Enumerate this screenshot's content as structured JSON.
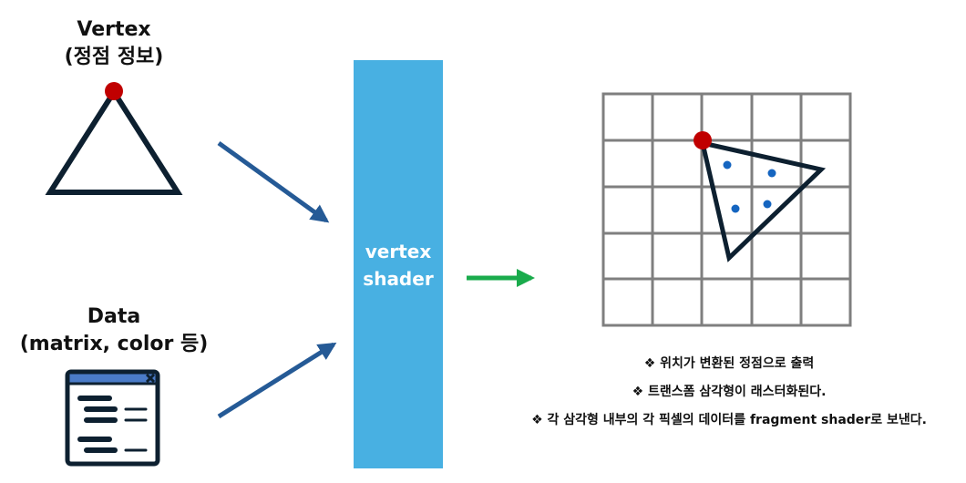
{
  "vertex_label": {
    "title": "Vertex",
    "subtitle": "(정점 정보)"
  },
  "data_label": {
    "title": "Data",
    "subtitle": "(matrix, color 등)"
  },
  "shader": {
    "line1": "vertex",
    "line2": "shader"
  },
  "notes": [
    "❖ 위치가 변환된 정점으로 출력",
    "❖ 트랜스폼 삼각형이 래스터화된다.",
    "❖ 각 삼각형 내부의 각 픽셀의 데이터를 fragment shader로 보낸다."
  ],
  "colors": {
    "shader_box": "#48b0e2",
    "vertex_dot": "#c00000",
    "triangle_stroke": "#0d2030",
    "input_arrow": "#255a96",
    "output_arrow": "#1aab4c",
    "grid_line": "#7f7f7f",
    "pixel_dot": "#1565c0"
  },
  "icons": {
    "data_window": "window-icon",
    "close": "close-icon"
  }
}
